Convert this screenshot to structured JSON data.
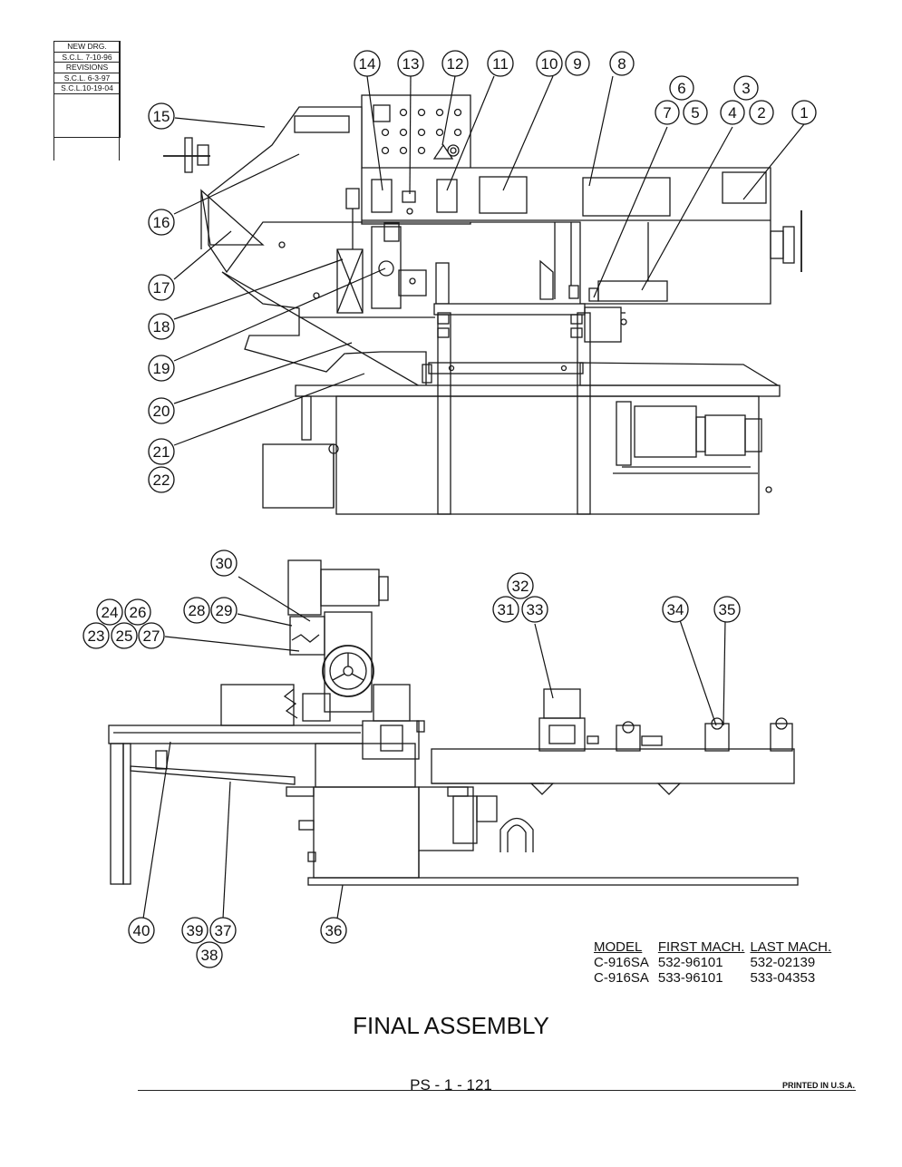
{
  "revision_block": {
    "rows": [
      "NEW DRG.",
      "S.C.L.  7-10-96",
      "REVISIONS",
      "S.C.L.  6-3-97",
      "S.C.L.10-19-04"
    ]
  },
  "callouts_top": [
    "1",
    "2",
    "3",
    "4",
    "5",
    "6",
    "7",
    "8",
    "9",
    "10",
    "11",
    "12",
    "13",
    "14",
    "15",
    "16",
    "17",
    "18",
    "19",
    "20",
    "21",
    "22"
  ],
  "callouts_bottom": [
    "23",
    "24",
    "25",
    "26",
    "27",
    "28",
    "29",
    "30",
    "31",
    "32",
    "33",
    "34",
    "35",
    "36",
    "37",
    "38",
    "39",
    "40"
  ],
  "model_table": {
    "headers": [
      "MODEL",
      "FIRST MACH.",
      "LAST MACH."
    ],
    "rows": [
      [
        "C-916SA",
        "532-96101",
        "532-02139"
      ],
      [
        "C-916SA",
        "533-96101",
        "533-04353"
      ]
    ]
  },
  "title": "FINAL ASSEMBLY",
  "page_number": "PS - 1 - 121",
  "footer": "PRINTED IN U.S.A."
}
